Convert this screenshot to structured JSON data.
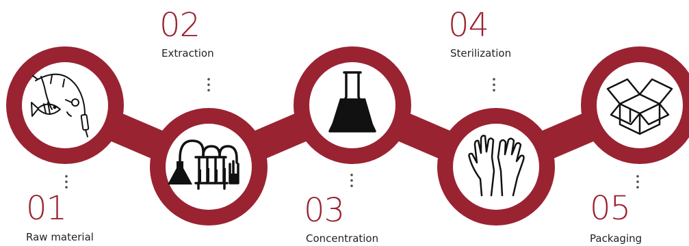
{
  "colors": {
    "accent": "#9a2331",
    "text": "#222222",
    "dots": "#4a4a4a",
    "icon": "#111111",
    "circle_fill": "#ffffff"
  },
  "steps": [
    {
      "number": "01",
      "label": "Raw material",
      "icon": "fishing-rod-icon"
    },
    {
      "number": "02",
      "label": "Extraction",
      "icon": "distillation-apparatus-icon"
    },
    {
      "number": "03",
      "label": "Concentration",
      "icon": "erlenmeyer-flask-icon"
    },
    {
      "number": "04",
      "label": "Sterilization",
      "icon": "gloves-icon"
    },
    {
      "number": "05",
      "label": "Packaging",
      "icon": "open-box-icon"
    }
  ]
}
